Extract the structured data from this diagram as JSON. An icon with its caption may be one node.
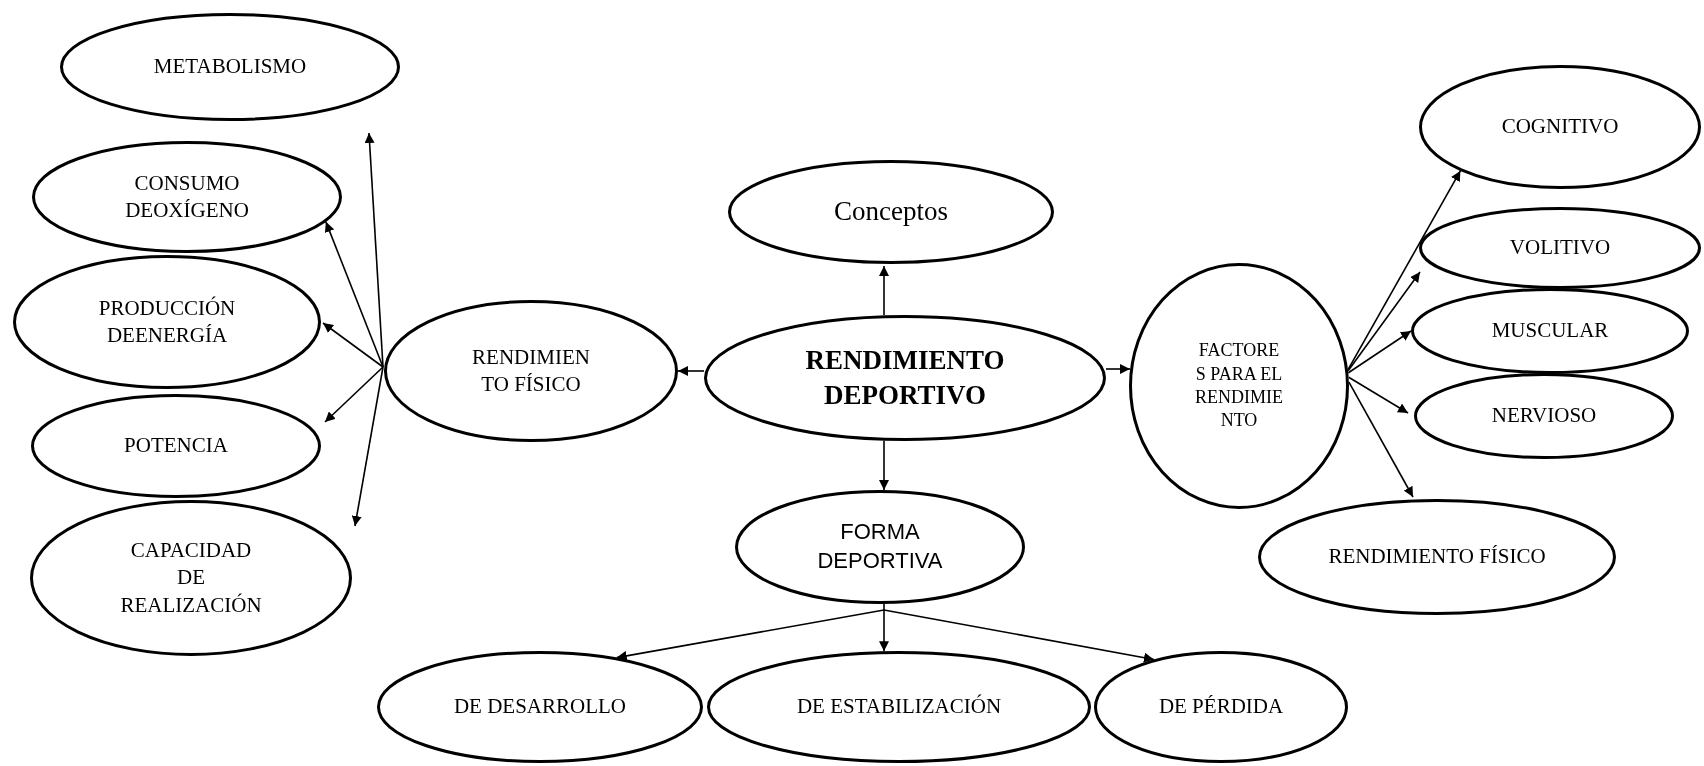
{
  "diagram": {
    "nodes": [
      {
        "text": [
          "METABOLISMO"
        ]
      },
      {
        "text": [
          "CONSUMO DEOXÍGENO"
        ]
      },
      {
        "text": [
          "PRODUCCIÓN DEENERGÍA"
        ]
      },
      {
        "text": [
          "POTENCIA"
        ]
      },
      {
        "text": [
          "CAPACIDAD DE REALIZACIÓN"
        ]
      },
      {
        "text": [
          "RENDIMIENTO FÍSICO"
        ]
      },
      {
        "text": [
          "Conceptos"
        ]
      },
      {
        "text": [
          "RENDIMIENTO DEPORTIVO"
        ]
      },
      {
        "text": [
          "FACTORES PARA EL RENDIMIENTO"
        ]
      },
      {
        "text": [
          "COGNITIVO"
        ]
      },
      {
        "text": [
          "VOLITIVO"
        ]
      },
      {
        "text": [
          "MUSCULAR"
        ]
      },
      {
        "text": [
          "NERVIOSO"
        ]
      },
      {
        "text": [
          "RENDIMIENTO FÍSICO"
        ]
      },
      {
        "text": [
          "FORMA DEPORTIVA"
        ]
      },
      {
        "text": [
          "DE DESARROLLO"
        ]
      },
      {
        "text": [
          "DE ESTABILIZACIÓN"
        ]
      },
      {
        "text": [
          "DE PÉRDIDA"
        ]
      }
    ],
    "edges": [
      {
        "from": 7,
        "to": 6,
        "arrow": "to"
      },
      {
        "from": 7,
        "to": 5,
        "arrow": "to"
      },
      {
        "from": 7,
        "to": 8,
        "arrow": "to"
      },
      {
        "from": 7,
        "to": 14,
        "arrow": "to"
      },
      {
        "from": 5,
        "to": 0,
        "arrow": "to"
      },
      {
        "from": 5,
        "to": 1,
        "arrow": "to"
      },
      {
        "from": 5,
        "to": 2,
        "arrow": "to"
      },
      {
        "from": 5,
        "to": 3,
        "arrow": "to"
      },
      {
        "from": 5,
        "to": 4,
        "arrow": "to"
      },
      {
        "from": 8,
        "to": 9,
        "arrow": "to"
      },
      {
        "from": 8,
        "to": 10,
        "arrow": "to"
      },
      {
        "from": 8,
        "to": 11,
        "arrow": "to"
      },
      {
        "from": 8,
        "to": 12,
        "arrow": "to"
      },
      {
        "from": 8,
        "to": 13,
        "arrow": "to"
      },
      {
        "from": 14,
        "to": 15,
        "arrow": "to"
      },
      {
        "from": 14,
        "to": 16,
        "arrow": "to"
      },
      {
        "from": 14,
        "to": 17,
        "arrow": "to"
      }
    ]
  }
}
